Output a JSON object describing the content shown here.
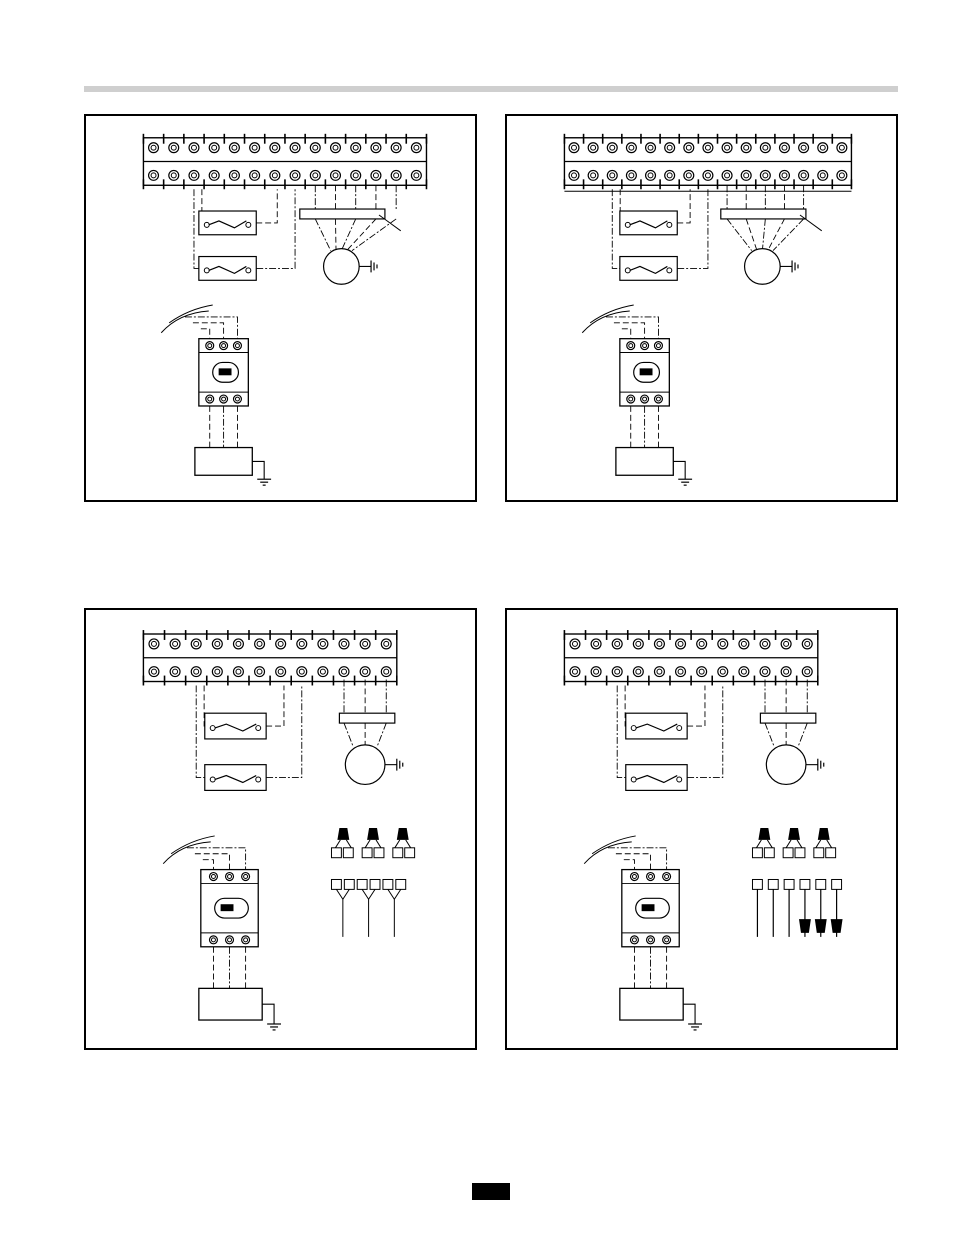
{
  "page": {
    "header_rule_color": "#cfcfcf",
    "tab_color": "#000000"
  },
  "panels": [
    {
      "id": "top-left",
      "terminals": 14,
      "bank_bottom_line": false,
      "motor": "wide-bar",
      "fuse_count": 2,
      "lower_right": "none"
    },
    {
      "id": "top-right",
      "terminals": 15,
      "bank_bottom_line": true,
      "motor": "wide-bar",
      "fuse_count": 2,
      "lower_right": "none"
    },
    {
      "id": "bottom-left",
      "terminals": 12,
      "bank_bottom_line": false,
      "motor": "narrow-bar",
      "fuse_count": 2,
      "lower_right": "wire-nuts-joined"
    },
    {
      "id": "bottom-right",
      "terminals": 12,
      "bank_bottom_line": false,
      "motor": "narrow-bar",
      "fuse_count": 2,
      "lower_right": "wire-nuts-split"
    }
  ],
  "icons": [
    "terminal-screw-icon",
    "fuse-icon",
    "motor-icon",
    "ground-icon",
    "disconnect-switch-icon",
    "wire-nut-icon",
    "power-source-icon"
  ]
}
